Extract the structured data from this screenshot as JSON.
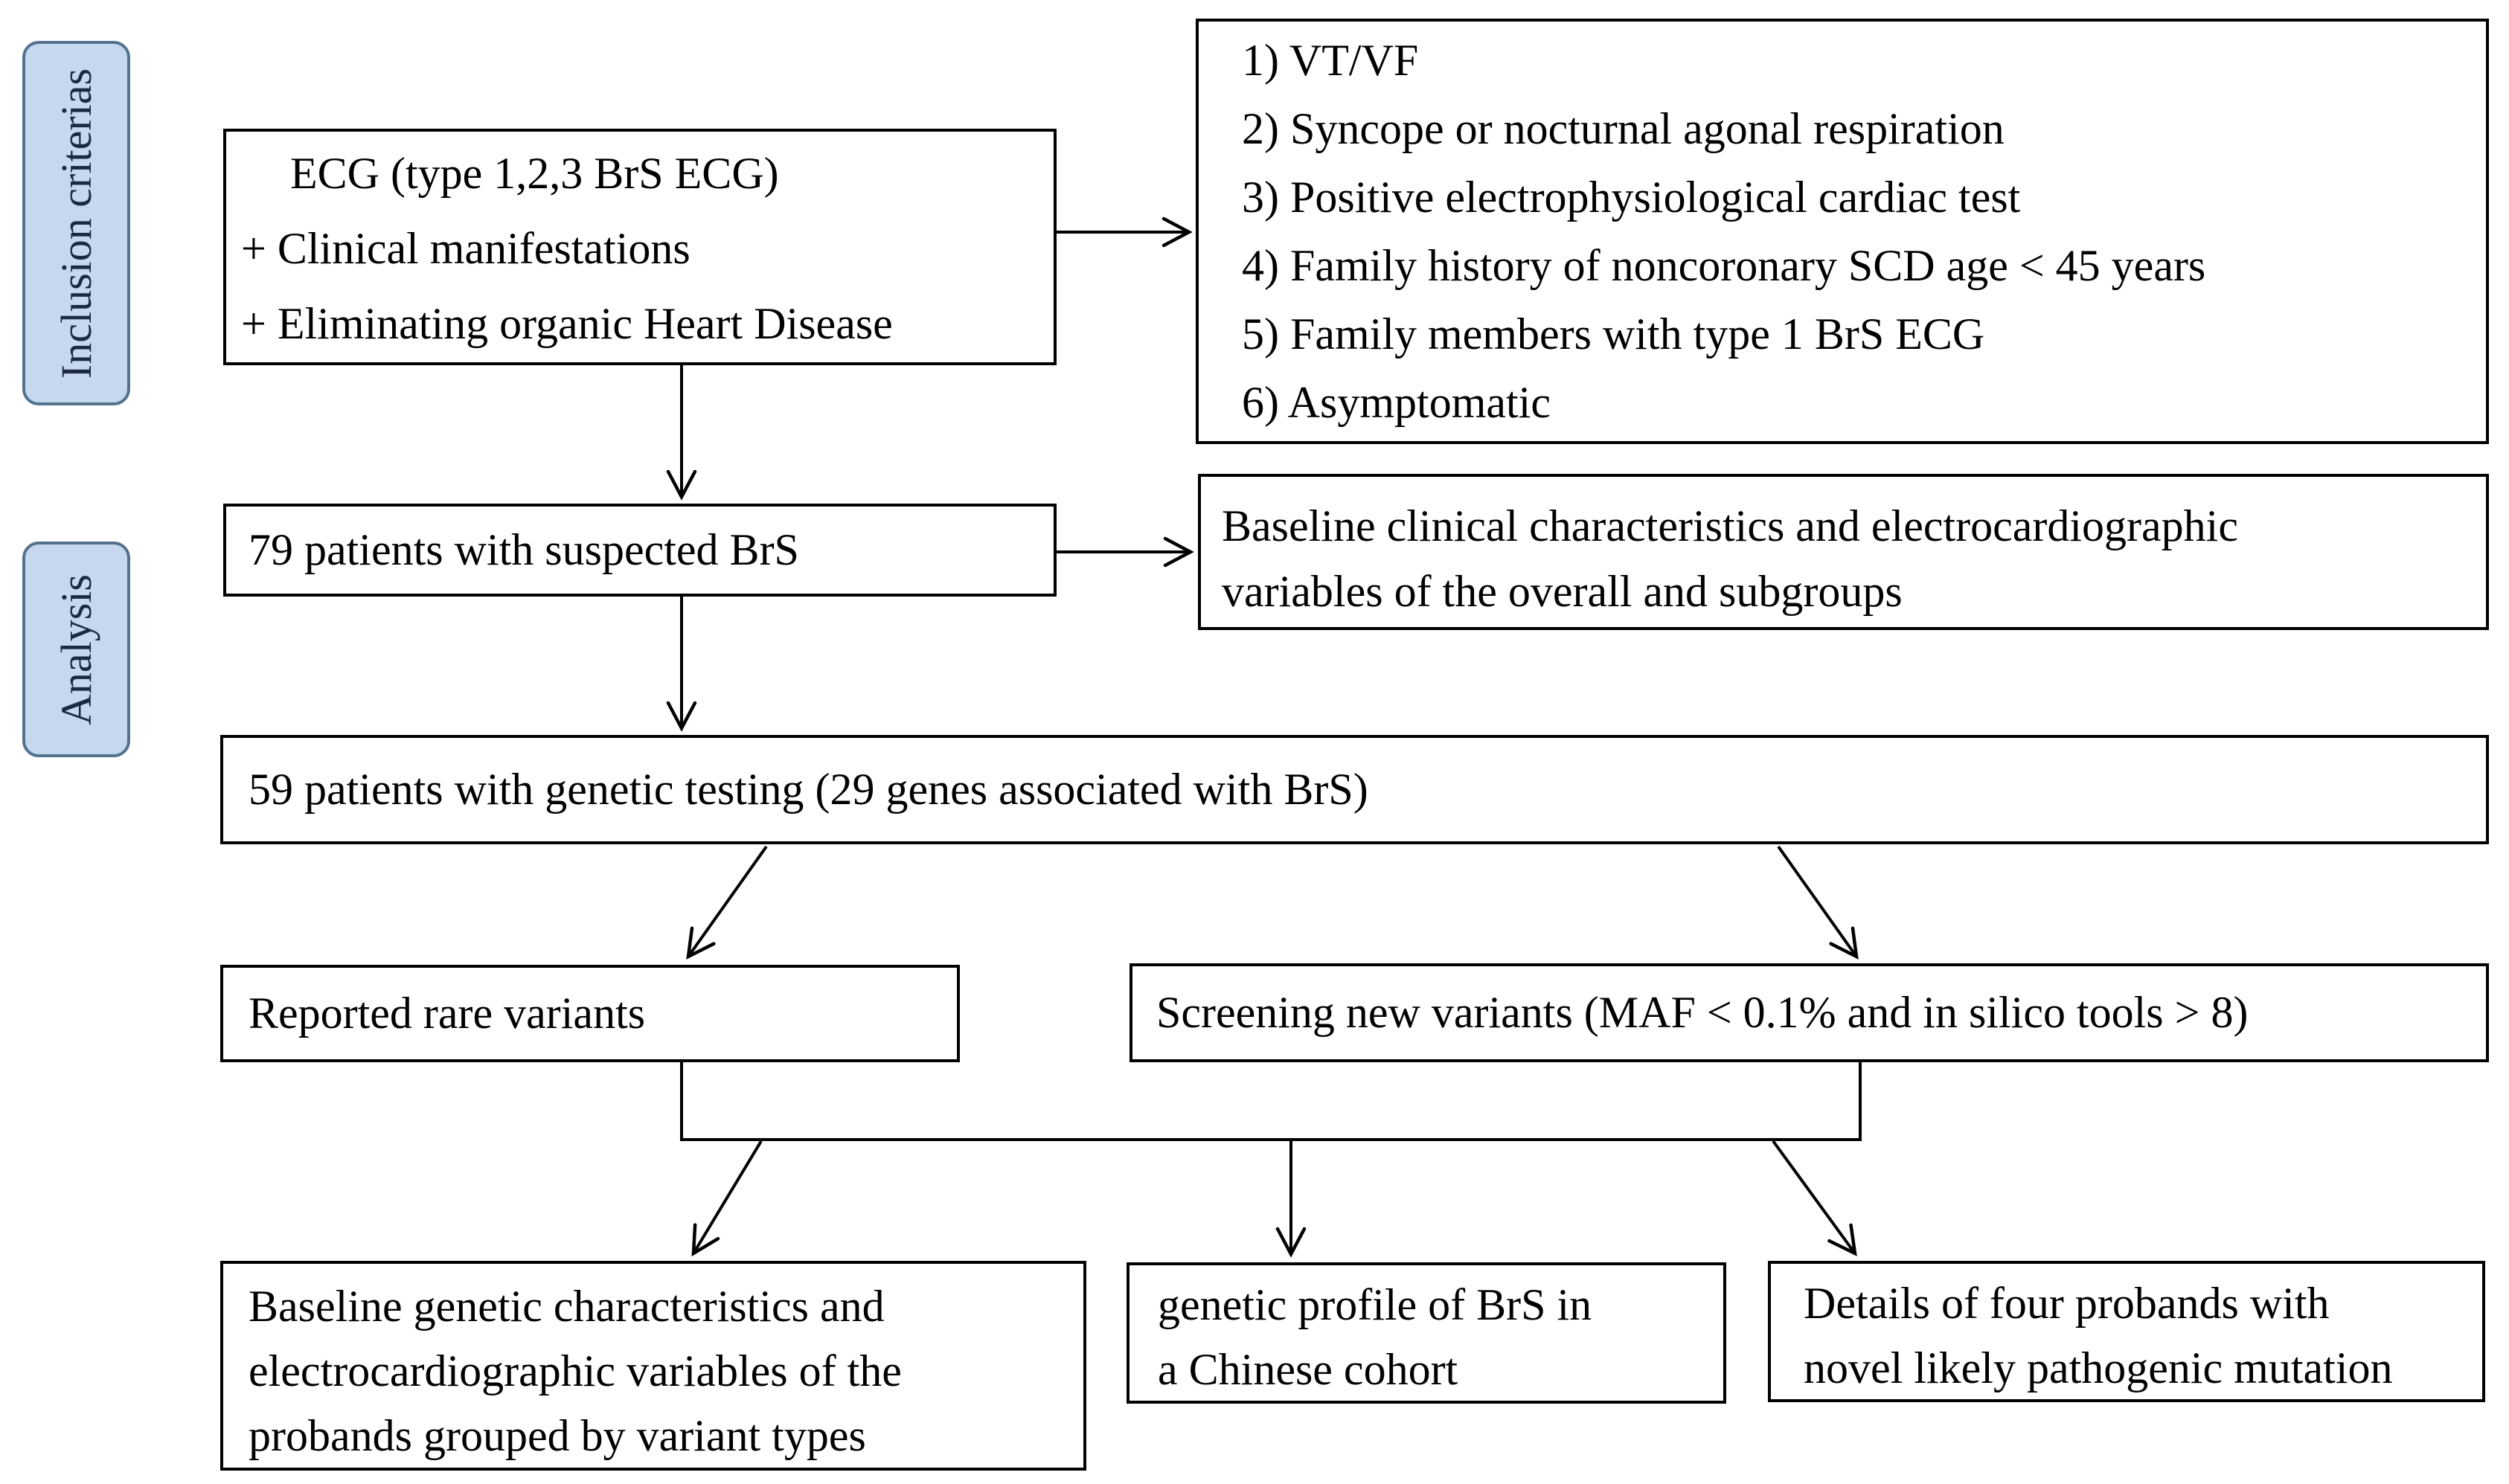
{
  "colors": {
    "label_fill": "#c5d8ee",
    "label_border": "#54718e",
    "label_text": "#1c2a40",
    "box_fill": "#ffffff",
    "box_border": "#000000",
    "arrow": "#000000"
  },
  "side_labels": {
    "inclusion": "Inclusion criterias",
    "analysis": "Analysis"
  },
  "boxes": {
    "ecg_criteria": {
      "lines": [
        "ECG (type 1,2,3 BrS ECG)",
        "+ Clinical manifestations",
        "+ Eliminating organic Heart Disease"
      ]
    },
    "clinical_criteria": {
      "items": [
        "1) VT/VF",
        "2) Syncope or nocturnal agonal respiration",
        "3) Positive electrophysiological cardiac test",
        "4) Family history of noncoronary SCD age < 45 years",
        "5) Family members with type 1 BrS ECG",
        "6) Asymptomatic"
      ]
    },
    "suspected_patients": {
      "text": "79 patients with suspected BrS"
    },
    "baseline_clinical": {
      "lines": [
        "Baseline clinical characteristics and electrocardiographic",
        "variables of the overall and subgroups"
      ]
    },
    "genetic_testing": {
      "text": "59 patients with genetic testing (29 genes associated with BrS)"
    },
    "reported_variants": {
      "text": "Reported rare variants"
    },
    "screening_variants": {
      "text": "Screening new variants (MAF < 0.1% and in silico tools > 8)"
    },
    "baseline_genetic": {
      "lines": [
        "Baseline genetic characteristics and",
        "electrocardiographic variables of the",
        "probands grouped by variant types"
      ]
    },
    "genetic_profile": {
      "lines": [
        "genetic profile of BrS in",
        "a Chinese cohort"
      ]
    },
    "proband_details": {
      "lines": [
        "Details of four probands with",
        "novel likely pathogenic mutation"
      ]
    }
  }
}
